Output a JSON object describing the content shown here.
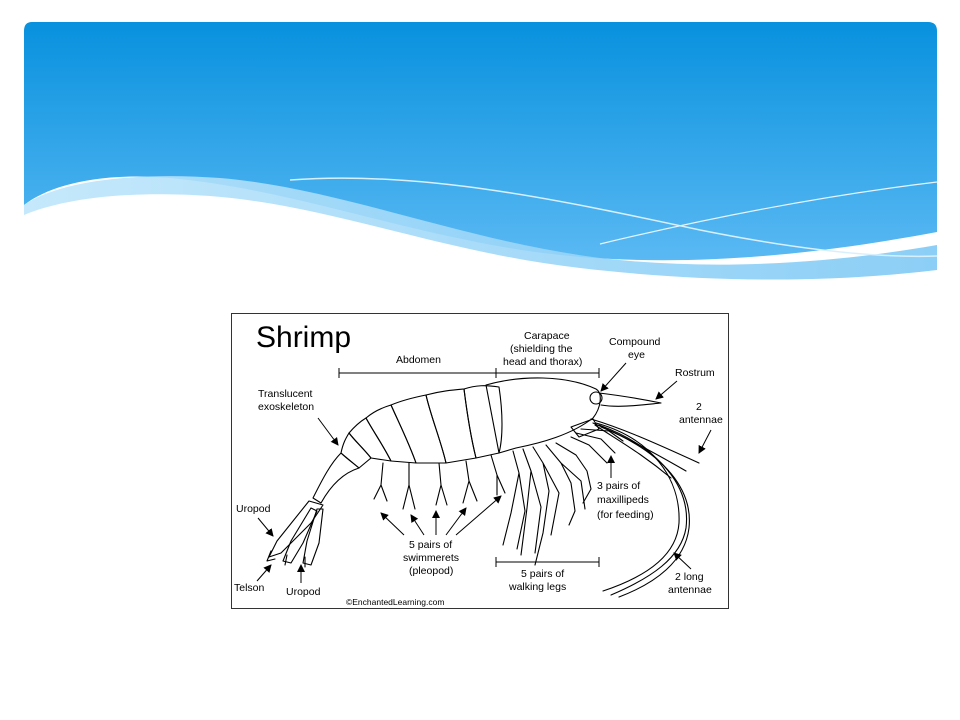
{
  "diagram": {
    "title": "Shrimp",
    "labels": {
      "abdomen": "Abdomen",
      "carapace_1": "Carapace",
      "carapace_2": "(shielding the",
      "carapace_3": "head and thorax)",
      "compound_eye_1": "Compound",
      "compound_eye_2": "eye",
      "rostrum": "Rostrum",
      "antennae_2_1": "2",
      "antennae_2_2": "antennae",
      "translucent_1": "Translucent",
      "translucent_2": "exoskeleton",
      "uropod_top": "Uropod",
      "telson": "Telson",
      "uropod_bottom": "Uropod",
      "swimmerets_1": "5 pairs of",
      "swimmerets_2": "swimmerets",
      "swimmerets_3": "(pleopod)",
      "maxillipeds_1": "3 pairs of",
      "maxillipeds_2": "maxillipeds",
      "maxillipeds_3": "(for feeding)",
      "walking_legs_1": "5 pairs of",
      "walking_legs_2": "walking legs",
      "long_antennae_1": "2  long",
      "long_antennae_2": "antennae"
    },
    "copyright": "©EnchantedLearning.com"
  },
  "colors": {
    "banner_top": "#0891de",
    "banner_bottom": "#5ab9f3",
    "wave_light": "#8fd0f7",
    "line": "#000000"
  }
}
